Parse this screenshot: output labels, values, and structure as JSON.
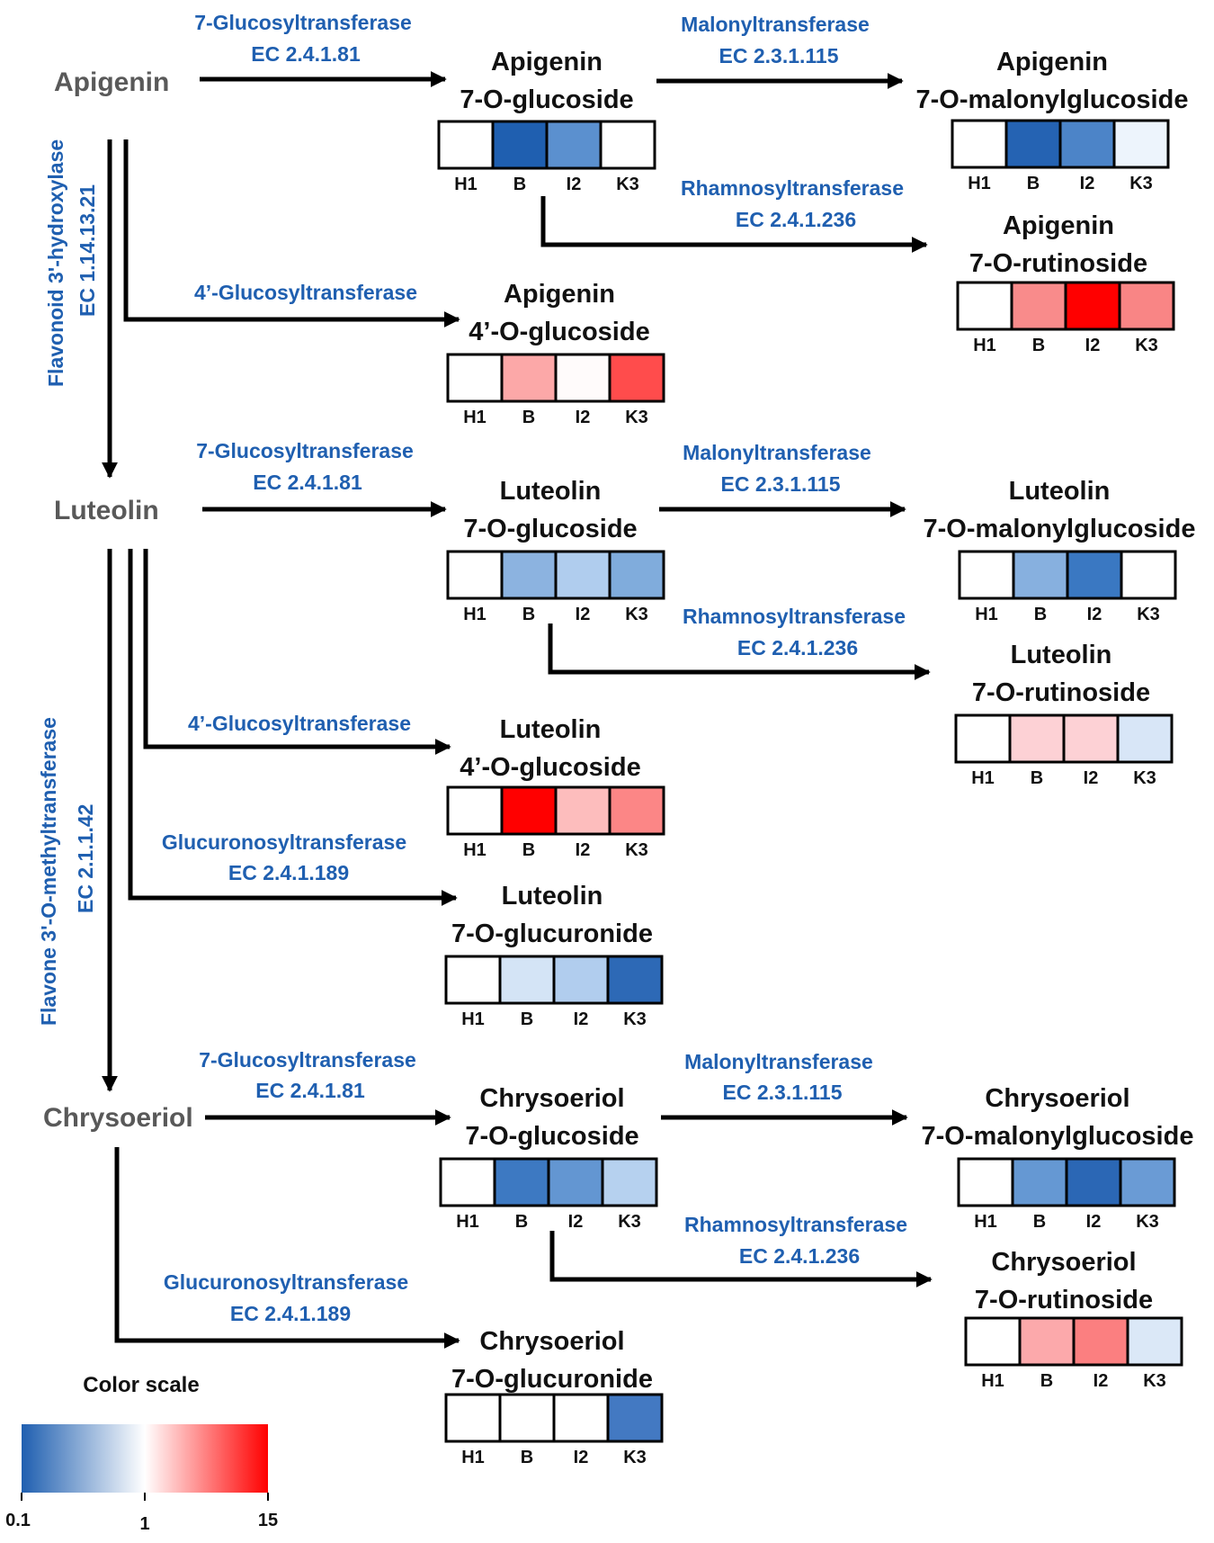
{
  "sources": [
    "Apigenin",
    "Luteolin",
    "Chrysoeriol"
  ],
  "vertical_enzymes": [
    {
      "name": "Flavonoid 3'-hydroxylase",
      "ec": "EC 1.14.13.21"
    },
    {
      "name": "Flavone 3'-O-methyltransferase",
      "ec": "EC 2.1.1.42"
    }
  ],
  "enzymes": [
    {
      "name": "7-Glucosyltransferase",
      "ec": "EC 2.4.1.81"
    },
    {
      "name": "Malonyltransferase",
      "ec": "EC 2.3.1.115"
    },
    {
      "name": "Rhamnosyltransferase",
      "ec": "EC 2.4.1.236"
    },
    {
      "name": "4’-Glucosyltransferase",
      "ec": ""
    },
    {
      "name": "7-Glucosyltransferase",
      "ec": "EC 2.4.1.81"
    },
    {
      "name": "Malonyltransferase",
      "ec": "EC 2.3.1.115"
    },
    {
      "name": "Rhamnosyltransferase",
      "ec": "EC 2.4.1.236"
    },
    {
      "name": "4’-Glucosyltransferase",
      "ec": ""
    },
    {
      "name": "Glucuronosyltransferase",
      "ec": "EC 2.4.1.189"
    },
    {
      "name": "7-Glucosyltransferase",
      "ec": "EC 2.4.1.81"
    },
    {
      "name": "Malonyltransferase",
      "ec": "EC 2.3.1.115"
    },
    {
      "name": "Rhamnosyltransferase",
      "ec": "EC 2.4.1.236"
    },
    {
      "name": "Glucuronosyltransferase",
      "ec": "EC 2.4.1.189"
    }
  ],
  "samples": [
    "H1",
    "B",
    "I2",
    "K3"
  ],
  "compounds": [
    {
      "line1": "Apigenin",
      "line2": "7-O-glucoside",
      "colors": [
        "#ffffff",
        "#1f5fb0",
        "#5b90cf",
        "#ffffff"
      ]
    },
    {
      "line1": "Apigenin",
      "line2": "7-O-malonylglucoside",
      "colors": [
        "#ffffff",
        "#2563b3",
        "#4c84c8",
        "#edf4fc"
      ]
    },
    {
      "line1": "Apigenin",
      "line2": "7-O-rutinoside",
      "colors": [
        "#ffffff",
        "#f98b8b",
        "#ff0000",
        "#f98585"
      ]
    },
    {
      "line1": "Apigenin",
      "line2": "4’-O-glucoside",
      "colors": [
        "#ffffff",
        "#fca8a8",
        "#fffbfb",
        "#ff4c4c"
      ]
    },
    {
      "line1": "Luteolin",
      "line2": "7-O-glucoside",
      "colors": [
        "#ffffff",
        "#8cb3e0",
        "#b0cdee",
        "#80acdc"
      ]
    },
    {
      "line1": "Luteolin",
      "line2": "7-O-malonylglucoside",
      "colors": [
        "#ffffff",
        "#87b0df",
        "#3a78c2",
        "#ffffff"
      ]
    },
    {
      "line1": "Luteolin",
      "line2": "7-O-rutinoside",
      "colors": [
        "#ffffff",
        "#fdd1d5",
        "#fdd1d5",
        "#d8e6f7"
      ]
    },
    {
      "line1": "Luteolin",
      "line2": "4’-O-glucoside",
      "colors": [
        "#ffffff",
        "#ff0000",
        "#fdbdbd",
        "#fc8686"
      ]
    },
    {
      "line1": "Luteolin",
      "line2": "7-O-glucuronide",
      "colors": [
        "#ffffff",
        "#d4e4f6",
        "#b1cdee",
        "#2d69b6"
      ]
    },
    {
      "line1": "Chrysoeriol",
      "line2": "7-O-glucoside",
      "colors": [
        "#ffffff",
        "#3d79c2",
        "#6396d2",
        "#b6d1ef"
      ]
    },
    {
      "line1": "Chrysoeriol",
      "line2": "7-O-malonylglucoside",
      "colors": [
        "#ffffff",
        "#6598d3",
        "#2b67b5",
        "#6a9bd5"
      ]
    },
    {
      "line1": "Chrysoeriol",
      "line2": "7-O-rutinoside",
      "colors": [
        "#ffffff",
        "#fca9ab",
        "#fb7f80",
        "#dbe8f7"
      ]
    },
    {
      "line1": "Chrysoeriol",
      "line2": "7-O-glucuronide",
      "colors": [
        "#ffffff",
        "#ffffff",
        "#ffffff",
        "#4379c2"
      ]
    }
  ],
  "color_scale": {
    "title": "Color scale",
    "ticks": [
      "0.1",
      "1",
      "15"
    ],
    "colors": [
      "#1f5fb0",
      "#ffffff",
      "#ff0000"
    ]
  }
}
